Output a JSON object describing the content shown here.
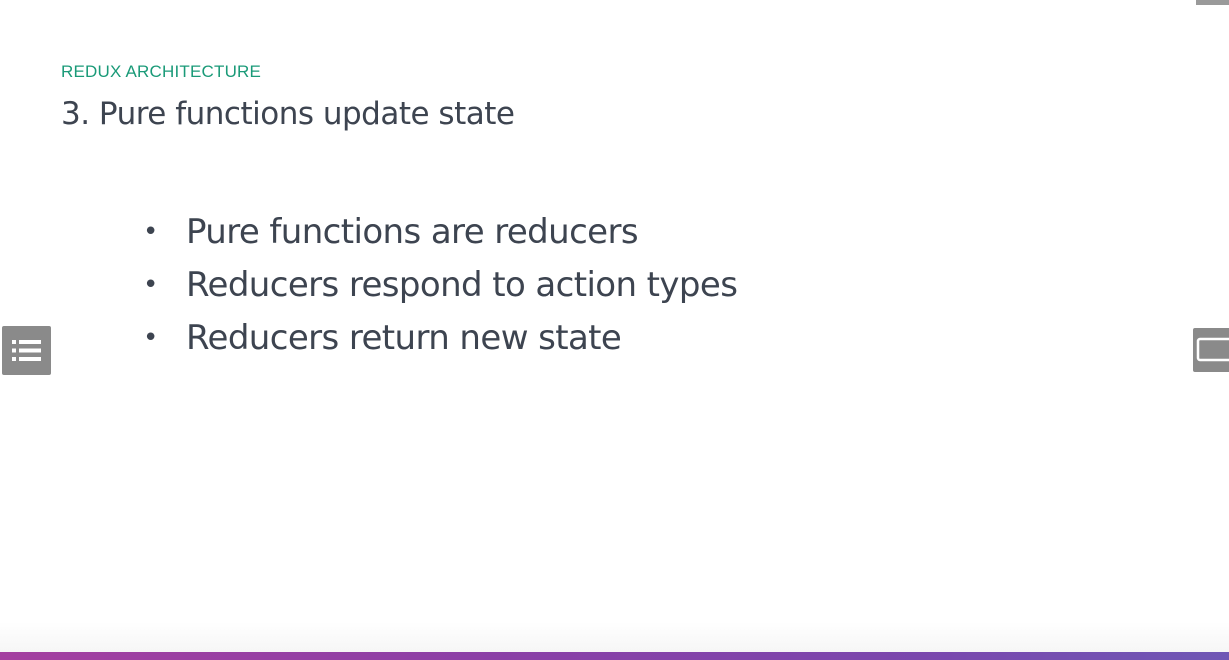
{
  "slide": {
    "eyebrow": "REDUX ARCHITECTURE",
    "title": "3. Pure functions update state",
    "bullets": [
      "Pure functions are reducers",
      "Reducers respond to action types",
      "Reducers return new state"
    ],
    "bullet_glyph": "•"
  },
  "controls": {
    "toc_icon": "list-icon",
    "right_icon": "window-icon"
  },
  "colors": {
    "eyebrow": "#1a9a78",
    "text": "#3d4450",
    "button_bg": "#8a8a8a",
    "bar_start": "#a43fa0",
    "bar_end": "#6f57b5"
  }
}
